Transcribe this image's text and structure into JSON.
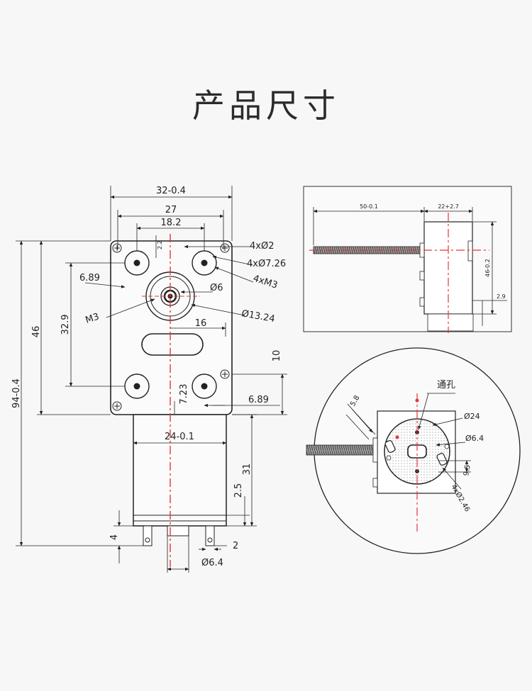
{
  "title": "产品尺寸",
  "colors": {
    "centerline": "#e8343a",
    "line": "#222222",
    "background": "#f7f7f7"
  },
  "front_view": {
    "width_overall": "32-0.4",
    "hole_span_outer": "27",
    "hole_span_inner": "18.2",
    "small_vertical": "2.2",
    "holes_m2": "4xØ2",
    "holes_726": "4xØ7.26",
    "holes_m3": "4xM3",
    "left_offset": "6.89",
    "shaft_dia": "Ø6",
    "thread": "M3",
    "boss_dia": "Ø13.24",
    "slot_length": "16",
    "height_gearbox": "46",
    "height_holes": "32.9",
    "bottom_offset": "10",
    "right_offset": "6.89",
    "boss_offset": "7.23",
    "total_height": "94-0.4",
    "motor_dia": "24-0.1",
    "motor_length": "31",
    "terminal_height": "2.5",
    "terminal_length": "4",
    "terminal_width": "2",
    "end_boss_dia": "Ø6.4"
  },
  "side_view": {
    "screw_length": "50-0.1",
    "body_width": "22+2.7",
    "body_height": "46-0.2",
    "step": "2.9"
  },
  "end_view": {
    "through_hole": "通孔",
    "offset": "5.8",
    "outer_dia": "Ø24",
    "boss_dia": "Ø6.4",
    "offset2": "9.5",
    "holes": "4xØ2.46"
  }
}
